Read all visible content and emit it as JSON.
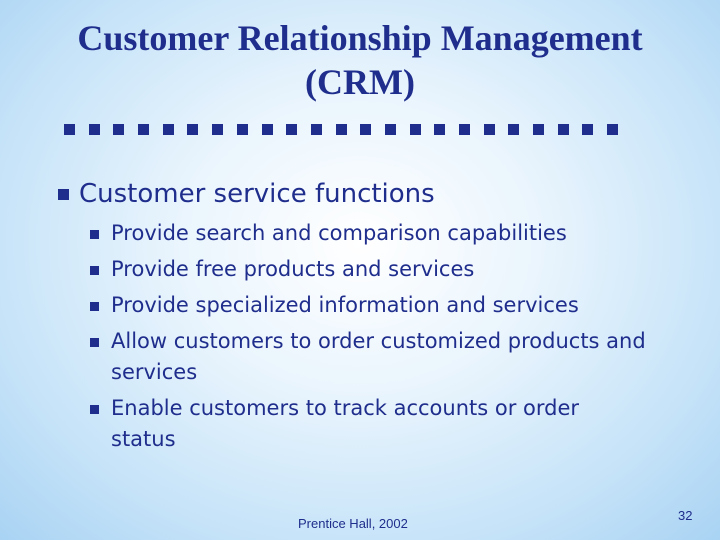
{
  "slide": {
    "title_line1": "Customer Relationship Management",
    "title_line2": "(CRM)",
    "bullet": "Customer service functions",
    "sub_bullets": [
      "Provide search and comparison capabilities",
      "Provide free products and services",
      "Provide specialized information and services",
      "Allow customers to order customized products and services",
      "Enable customers to track accounts or order status"
    ],
    "footer": "Prentice Hall, 2002",
    "page_number": "32"
  },
  "colors": {
    "text": "#1f2d8c",
    "background_center": "#ffffff",
    "background_edge": "#a9d3f3"
  }
}
